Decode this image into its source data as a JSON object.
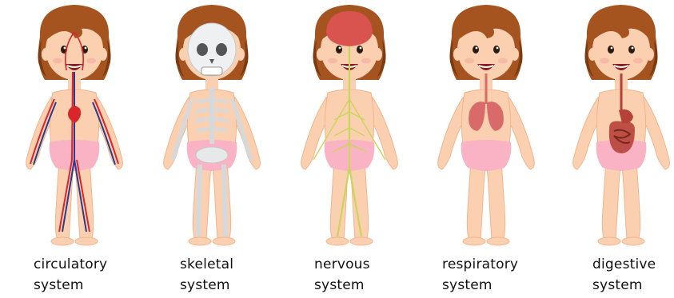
{
  "panels": [
    {
      "line1": "circulatory",
      "line2": "system",
      "overlay": "circulatory"
    },
    {
      "line1": "skeletal",
      "line2": "system",
      "overlay": "skeletal"
    },
    {
      "line1": "nervous",
      "line2": "system",
      "overlay": "nervous"
    },
    {
      "line1": "respiratory",
      "line2": "system",
      "overlay": "respiratory"
    },
    {
      "line1": "digestive",
      "line2": "system",
      "overlay": "digestive"
    }
  ],
  "colors": {
    "skin": "#fbd0b0",
    "skin_shadow": "#f2b48e",
    "hair": "#a5541f",
    "hair_dark": "#7a3a12",
    "underwear": "#f9b3c4",
    "artery": "#d8262b",
    "vein": "#2b3a8f",
    "bone": "#eef0f2",
    "nerve": "#c9d65a",
    "brain": "#d9534f",
    "lung": "#d96a6a",
    "gut": "#b5413a"
  }
}
